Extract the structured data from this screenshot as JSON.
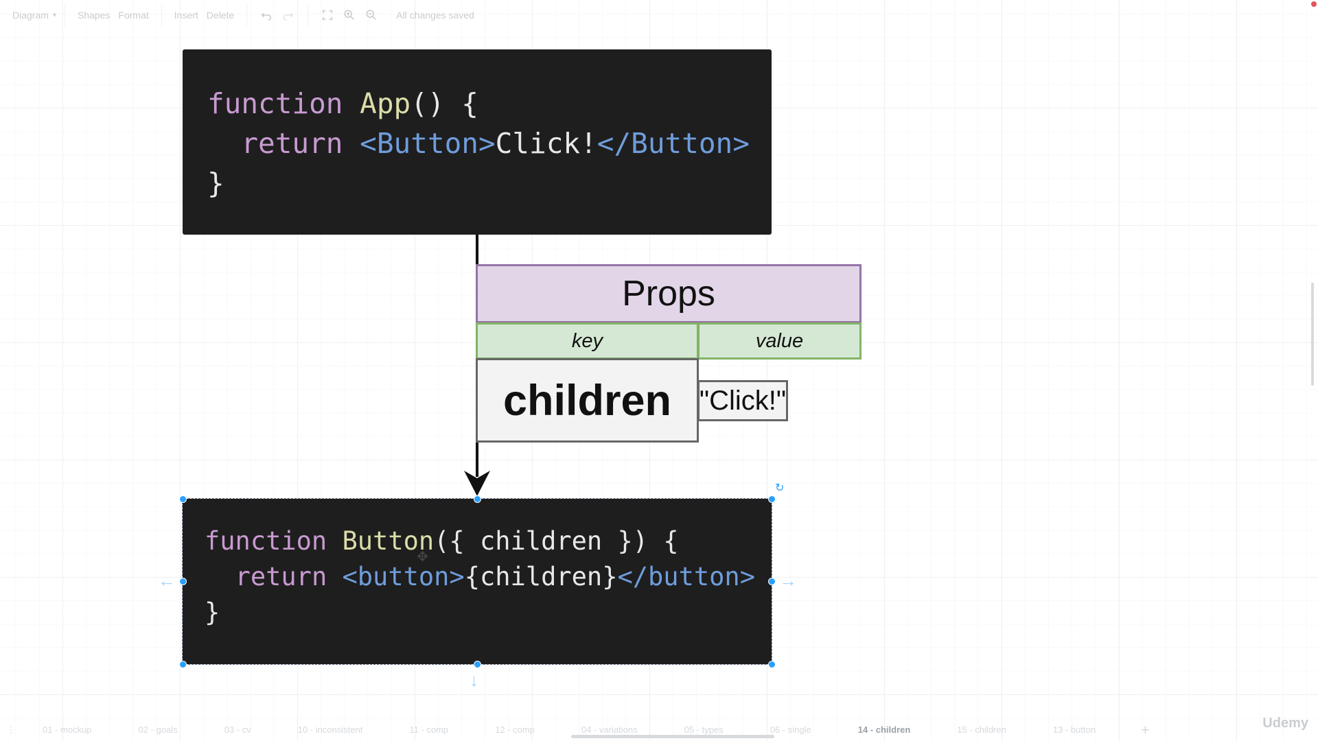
{
  "toolbar": {
    "diagram_menu": "Diagram",
    "shapes": "Shapes",
    "format": "Format",
    "insert": "Insert",
    "delete": "Delete",
    "status": "All changes saved"
  },
  "app_code": {
    "line1": {
      "keyword": "function",
      "name": "App",
      "rest": "() {"
    },
    "line2": {
      "keyword": "return",
      "open_tag": "<Button>",
      "text": "Click!",
      "close_tag": "</Button>"
    },
    "line3": "}"
  },
  "button_code": {
    "line1": {
      "keyword": "function",
      "name": "Button",
      "rest": "({ children }) {"
    },
    "line2": {
      "keyword": "return",
      "open_tag": "<button>",
      "text": "{children}",
      "close_tag": "</button>"
    },
    "line3": "}"
  },
  "props": {
    "title": "Props",
    "key_header": "key",
    "value_header": "value",
    "key": "children",
    "value": "\"Click!\""
  },
  "pages": [
    "01 - mockup",
    "02 - goals",
    "03 - cv",
    "10 - inconsistent",
    "11 - comp",
    "12 - comp",
    "04 - variations",
    "05 - types",
    "06 - single",
    "14 - children",
    "15 - children",
    "13 - button"
  ],
  "active_page": "14 - children",
  "watermark": "Udemy"
}
